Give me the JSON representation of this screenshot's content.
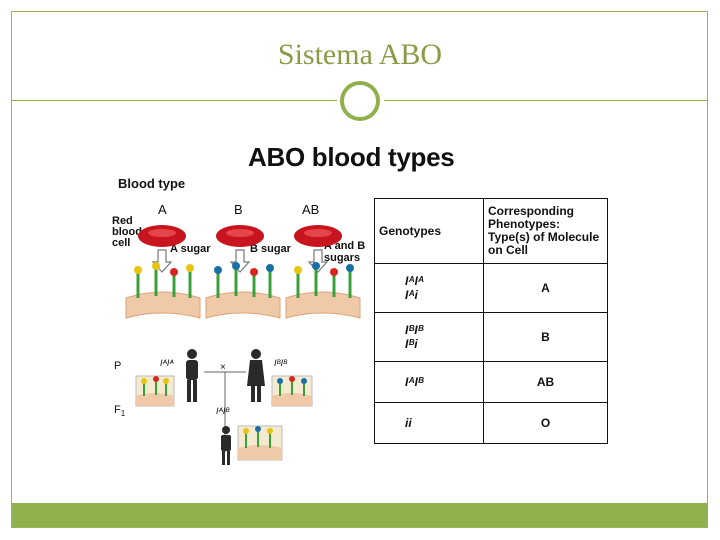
{
  "slide": {
    "title": "Sistema ABO",
    "accent_color": "#8fb04d",
    "title_color": "#8c9a48"
  },
  "figure": {
    "title": "ABO blood types",
    "blood_type_label": "Blood type",
    "types": [
      "A",
      "B",
      "AB"
    ],
    "rbc_label_lines": [
      "Red",
      "blood",
      "cell"
    ],
    "sugar_labels": [
      "A sugar",
      "B sugar",
      "A and B",
      "sugars"
    ],
    "cross": {
      "p_label": "P",
      "f1_label": "F",
      "f1_sub": "1",
      "parent1_genotype": "IᴬIᴬ",
      "parent2_genotype": "IᴮIᴮ",
      "child_genotype": "IᴬIᴮ",
      "cross_symbol": "×"
    },
    "table": {
      "headers": [
        "Genotypes",
        "Corresponding Phenotypes: Type(s) of Molecule on Cell"
      ],
      "rows": [
        {
          "genotype_lines": [
            "IᴬIᴬ",
            "Iᴬi"
          ],
          "phenotype": "A"
        },
        {
          "genotype_lines": [
            "IᴮIᴮ",
            "Iᴮi"
          ],
          "phenotype": "B"
        },
        {
          "genotype_lines": [
            "IᴬIᴮ"
          ],
          "phenotype": "AB"
        },
        {
          "genotype_lines": [
            "ii"
          ],
          "phenotype": "O"
        }
      ]
    },
    "colors": {
      "rbc": "#c8141e",
      "membrane": "#f0c9a8",
      "membrane_dark": "#d9a37a",
      "a_sugar": "#e8c410",
      "b_sugar": "#1a6fa8",
      "stalk": "#3aa13a",
      "tip_red": "#d8261e"
    }
  }
}
